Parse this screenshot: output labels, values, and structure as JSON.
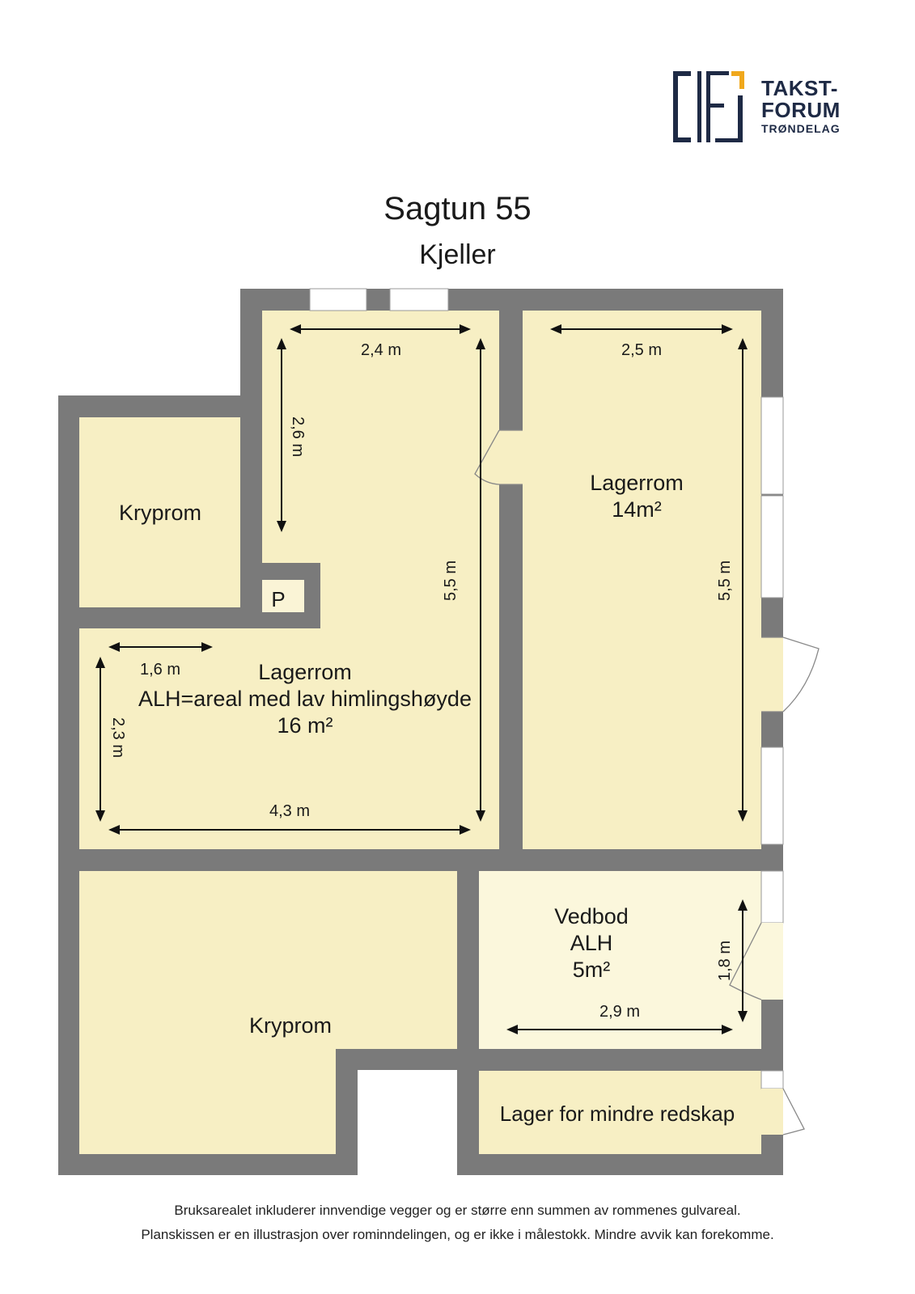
{
  "header": {
    "title": "Sagtun 55",
    "subtitle": "Kjeller"
  },
  "logo": {
    "line1": "TAKST-",
    "line2": "FORUM",
    "line3": "TRØNDELAG",
    "colors": {
      "dark": "#1e2a45",
      "accent": "#f0a81c"
    }
  },
  "rooms": {
    "krypromTop": {
      "label": "Kryprom"
    },
    "lagerromMain": {
      "line1": "Lagerrom",
      "line2": "ALH=areal med lav himlingshøyde",
      "line3": "16 m²"
    },
    "lagerromRight": {
      "line1": "Lagerrom",
      "line2": "14m²"
    },
    "pipe": {
      "label": "P"
    },
    "vedbod": {
      "line1": "Vedbod",
      "line2": "ALH",
      "line3": "5m²"
    },
    "krypromBottom": {
      "label": "Kryprom"
    },
    "lagerSmall": {
      "label": "Lager for mindre redskap"
    }
  },
  "dimensions": {
    "d24": "2,4 m",
    "d26": "2,6 m",
    "d55a": "5,5 m",
    "d25": "2,5 m",
    "d55b": "5,5 m",
    "d16": "1,6 m",
    "d23": "2,3 m",
    "d43": "4,3 m",
    "d18": "1,8 m",
    "d29": "2,9 m"
  },
  "footer": {
    "line1": "Bruksarealet inkluderer innvendige vegger og er større enn summen av rommenes gulvareal.",
    "line2": "Planskissen er en illustrasjon over rominndelingen, og er ikke i målestokk. Mindre avvik kan forekomme."
  }
}
